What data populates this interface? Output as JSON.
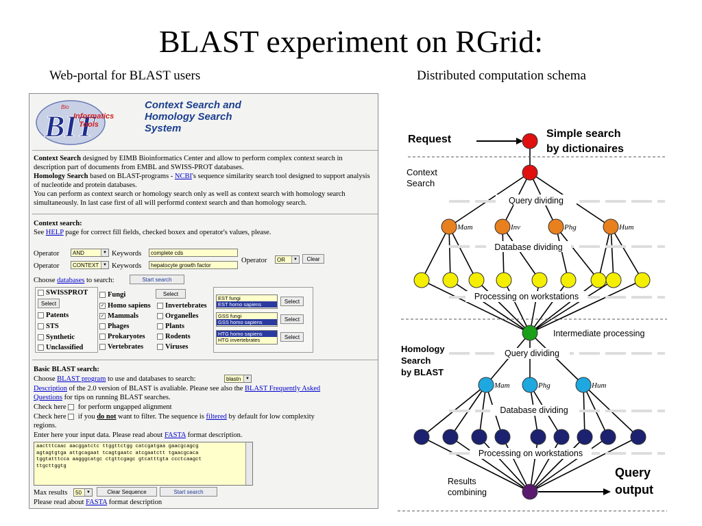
{
  "slide": {
    "title": "BLAST experiment on RGrid:",
    "left_subtitle": "Web-portal for BLAST users",
    "right_subtitle": "Distributed computation schema"
  },
  "portal": {
    "logo": {
      "line1": "Informatics",
      "line2": "Tools",
      "letters": "BIT",
      "sup": "Bio"
    },
    "header_lines": [
      "Context Search and",
      "Homology Search",
      "System"
    ],
    "intro": {
      "cs_bold": "Context Search",
      "cs_text": " designed by EIMB Bioinformatics Center and allow to perform complex context search in description part of documents from EMBL and SWISS-PROT databases.",
      "hs_bold": "Homology Search",
      "hs_text1": " based on BLAST-programs - ",
      "hs_link": "NCBI",
      "hs_text2": "'s sequence similarity search tool designed to support analysis of nucleotide and protein databases.",
      "both": "You can perform as context search or homology search only as well as context search with homology search simultaneously. In last case first of all will performd context search and than homology search."
    },
    "context": {
      "heading": "Context search:",
      "see": "See ",
      "help_link": "HELP",
      "help_text": " page for correct fill fields, checked boxex and operator's values, please.",
      "operator_label": "Operator",
      "keywords_label": "Keywords",
      "op1_value": "AND",
      "op2_value": "CONTEXT",
      "kw1_value": "complete cds",
      "kw2_value": "hepatocyte growth factor",
      "op3_value": "OR",
      "clear_label": "Clear",
      "choose_text1": "Choose ",
      "databases_link": "databases",
      "choose_text2": " to search:",
      "start_search_label": "Start search"
    },
    "databases": {
      "col1": [
        {
          "label": "SWISSPROT",
          "checked": false
        },
        {
          "label": "Patents",
          "checked": false
        },
        {
          "label": "STS",
          "checked": false
        },
        {
          "label": "Synthetic",
          "checked": false
        },
        {
          "label": "Unclassified",
          "checked": false
        }
      ],
      "select_label": "Select",
      "col2": [
        {
          "label": "Fungi",
          "checked": false
        },
        {
          "label": "Homo sapiens",
          "checked": true
        },
        {
          "label": "Mammals",
          "checked": true
        },
        {
          "label": "Phages",
          "checked": false
        },
        {
          "label": "Prokaryotes",
          "checked": false
        },
        {
          "label": "Vertebrates",
          "checked": false
        }
      ],
      "col3": [
        {
          "label": "Invertebrates",
          "checked": false
        },
        {
          "label": "Organelles",
          "checked": false
        },
        {
          "label": "Plants",
          "checked": false
        },
        {
          "label": "Rodents",
          "checked": false
        },
        {
          "label": "Viruses",
          "checked": false
        }
      ],
      "lists": [
        [
          "EST fungi",
          "EST homo sapiens"
        ],
        [
          "GSS fungi",
          "GSS homo sapiens"
        ],
        [
          "HTG homo sapiens",
          "HTG invertebrates"
        ]
      ]
    },
    "blast": {
      "heading": "Basic BLAST search:",
      "choose1": "Choose ",
      "program_link": "BLAST program",
      "choose2": " to use and databases to search:",
      "program_value": "blastn",
      "desc_link": "Description",
      "desc_text": " of the 2.0 version of BLAST is avaliable. Please see also the ",
      "faq_link1": "BLAST Frequently Asked",
      "faq_link2": "Questions",
      "faq_text": " for tips on running BLAST searches.",
      "check1": "Check here",
      "check1_text": " for perform ungapped alignment",
      "check2": "Check here",
      "check2_text1": " if you ",
      "check2_bold": "do not",
      "check2_text2": " want to filter. The sequence is ",
      "filtered_link": "filtered",
      "check2_text3": " by default for low complexity",
      "regions": "regions.",
      "enter_text1": "Enter here your input data. Please read about ",
      "fasta_link": "FASTA",
      "enter_text2": " format description.",
      "sequence": "aactttcaac aacggatctc ttggttctgg catcgatgaa gaacgcagcg\nagtagtgtga attgcagaat tcagtgaatc atcgaatctt tgaacgcaca\ntggtatttcca aagggcatgc ctgttcgagc gtcatttgta ccctcaagct\nttgcttggtg",
      "max_results_label": "Max results",
      "max_results_value": "50",
      "clear_seq_label": "Clear Sequence",
      "start_search_label": "Start search",
      "read_text": "Please read about ",
      "read_fasta": "FASTA",
      "read_text2": " format description"
    }
  },
  "schema": {
    "request": "Request",
    "simple_search_1": "Simple search",
    "simple_search_2": "by dictionaires",
    "context_search_1": "Context",
    "context_search_2": "Search",
    "query_dividing": "Query dividing",
    "database_dividing": "Database dividing",
    "processing": "Processing on workstations",
    "intermediate": "Intermediate processing",
    "homology_1": "Homology",
    "homology_2": "Search",
    "homology_3": "by BLAST",
    "results_1": "Results",
    "results_2": "combining",
    "query_output_1": "Query",
    "query_output_2": "output",
    "orange_labels": [
      "Mam",
      "Inv",
      "Phg",
      "Hum"
    ],
    "blue_labels": [
      "Mam",
      "Phg",
      "Hum"
    ],
    "colors": {
      "red": "#e01010",
      "orange": "#e8801e",
      "yellow": "#f4ee00",
      "green": "#1aa01a",
      "cyan": "#1fa8e0",
      "navy": "#1c2270",
      "purple": "#5a1a6e"
    }
  }
}
